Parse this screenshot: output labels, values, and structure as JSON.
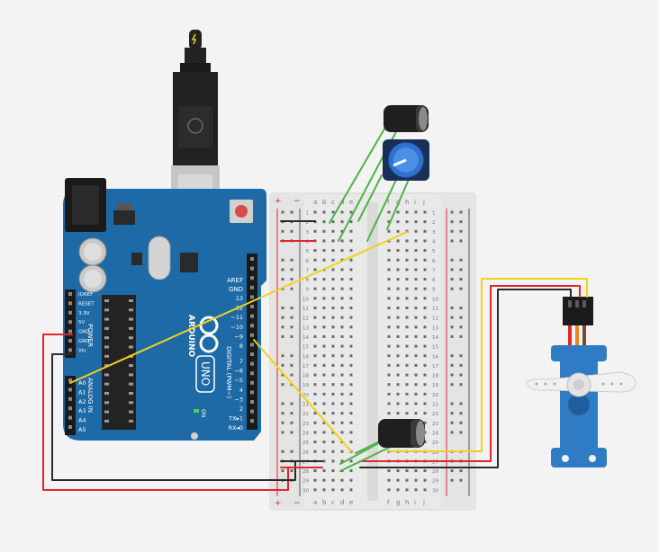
{
  "arduino": {
    "aref": "AREF",
    "gnd": "GND",
    "brand": "ARDUINO",
    "model": "UNO",
    "digital": "DIGITAL (PWM~)",
    "on": "ON",
    "tx": "TX",
    "rx": "RX",
    "power": "POWER",
    "analog": "ANALOG IN",
    "digital_pins": [
      "13",
      "12",
      "~11",
      "~10",
      "~9",
      "8",
      "7",
      "~6",
      "~5",
      "4",
      "~3",
      "2",
      "TX▸1",
      "RX◂0"
    ],
    "power_pins": [
      "IOREF",
      "RESET",
      "3.3V",
      "5V",
      "GND",
      "GND",
      "Vin"
    ],
    "analog_pins": [
      "A0",
      "A1",
      "A2",
      "A3",
      "A4",
      "A5"
    ]
  },
  "breadboard": {
    "left_cols": [
      "a",
      "b",
      "c",
      "d",
      "e"
    ],
    "right_cols": [
      "f",
      "g",
      "h",
      "i",
      "j"
    ],
    "plus": "+",
    "minus": "−",
    "rows": [
      "1",
      "2",
      "3",
      "4",
      "5",
      "6",
      "7",
      "8",
      "9",
      "10",
      "11",
      "12",
      "13",
      "14",
      "15",
      "16",
      "17",
      "18",
      "19",
      "20",
      "21",
      "22",
      "23",
      "24",
      "25",
      "26",
      "27",
      "28",
      "29",
      "30"
    ]
  },
  "colors": {
    "board": "#1e6aa6",
    "wire_red": "#e0262b",
    "wire_black": "#2a2a2a",
    "wire_yellow": "#f0d21a",
    "wire_green": "#4bb543",
    "servo_body": "#2f7cc4"
  }
}
